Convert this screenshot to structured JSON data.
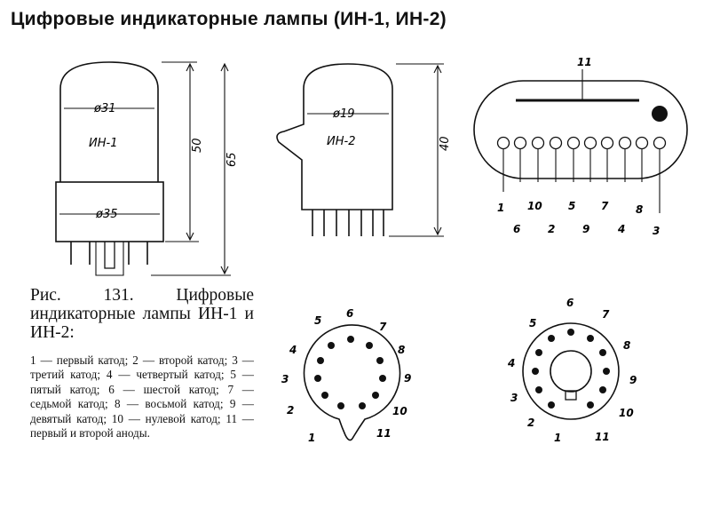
{
  "title": "Цифровые индикаторные лампы (ИН-1, ИН-2)",
  "lamp1": {
    "name": "ИН-1",
    "dia_top": "ø31",
    "dia_base": "ø35",
    "height_body": "50",
    "height_total": "65"
  },
  "lamp2": {
    "name": "ИН-2",
    "dia": "ø19",
    "height": "40"
  },
  "side_view": {
    "anode_label": "11",
    "bottom_labels": [
      "1",
      "6",
      "10",
      "2",
      "5",
      "9",
      "7",
      "4",
      "8",
      "3"
    ]
  },
  "base1_labels": [
    "1",
    "2",
    "3",
    "4",
    "5",
    "6",
    "7",
    "8",
    "9",
    "10",
    "11"
  ],
  "base2_labels": [
    "1",
    "2",
    "3",
    "4",
    "5",
    "6",
    "7",
    "8",
    "9",
    "10",
    "11"
  ],
  "caption": {
    "head": "Рис. 131. Цифровые индикаторные лампы ИН-1 и ИН-2:",
    "body": "1 — первый катод; 2 — второй катод; 3 — третий катод; 4 — четвертый катод; 5 — пятый катод; 6 — шестой катод; 7 — седьмой катод; 8 — восьмой катод; 9 — девятый катод; 10 — нулевой катод; 11 — первый и второй аноды."
  }
}
